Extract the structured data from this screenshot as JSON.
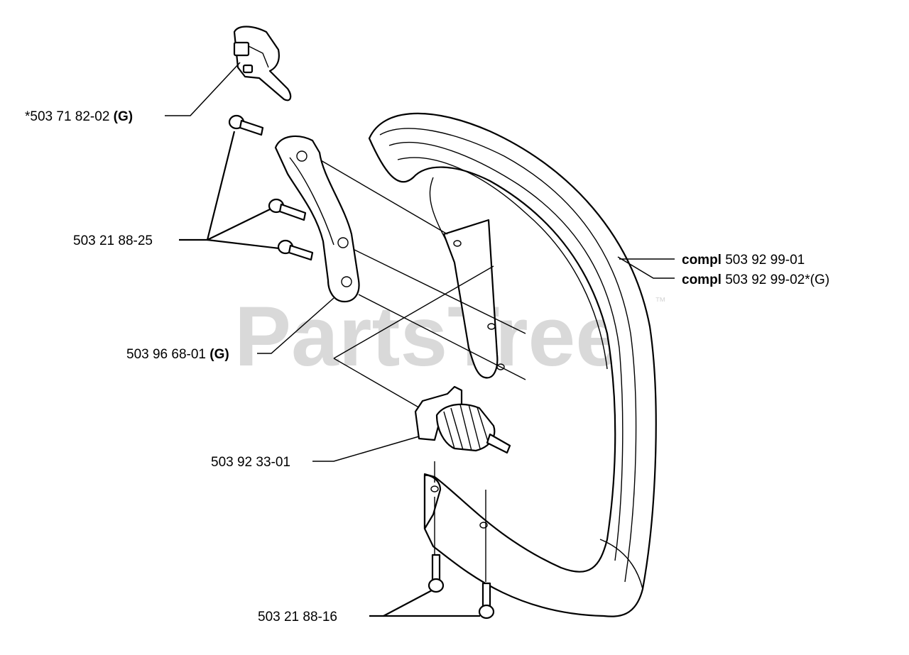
{
  "watermark": {
    "text": "PartsTree",
    "trademark": "™"
  },
  "labels": {
    "trigger": {
      "prefix": "*503 71 82-02 ",
      "code": "(G)"
    },
    "screws_top": {
      "text": "503 21 88-25"
    },
    "bracket": {
      "prefix": "503 96 68-01 ",
      "code": "(G)"
    },
    "damper": {
      "text": "503 92 33-01"
    },
    "screws_bottom": {
      "text": "503 21 88-16"
    },
    "handle_1": {
      "bold": "compl",
      "rest": " 503 92 99-01"
    },
    "handle_2": {
      "bold": "compl",
      "rest": " 503 92 99-02*(G)"
    }
  }
}
